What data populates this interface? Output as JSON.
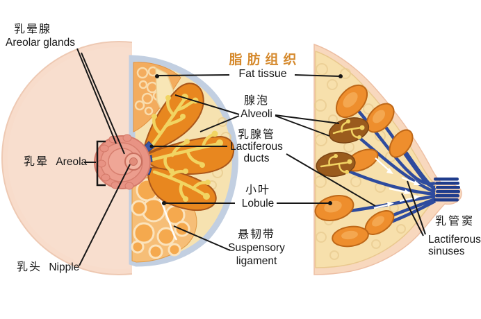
{
  "figure": {
    "labels": {
      "areolar_glands": {
        "zh": "乳晕腺",
        "en": "Areolar glands"
      },
      "areola": {
        "zh": "乳晕",
        "en": "Areola"
      },
      "nipple": {
        "zh": "乳头",
        "en": "Nipple"
      },
      "fat_tissue": {
        "zh": "脂肪组织",
        "en": "Fat tissue"
      },
      "alveoli": {
        "zh": "腺泡",
        "en": "Alveoli"
      },
      "lactiferous_ducts": {
        "zh": "乳腺管",
        "en_line1": "Lactiferous",
        "en_line2": "ducts"
      },
      "lobule": {
        "zh": "小叶",
        "en": "Lobule"
      },
      "suspensory_ligament": {
        "zh": "悬韧带",
        "en_line1": "Suspensory",
        "en_line2": "ligament"
      },
      "lactiferous_sinuses": {
        "zh": "乳管窦",
        "en_line1": "Lactiferous",
        "en_line2": "sinuses"
      }
    },
    "colors": {
      "background": "#ffffff",
      "label_text": "#161616",
      "leader_line": "#161616",
      "fat_tissue_accent": "#d5892c",
      "breast_skin": "#f8dccb",
      "areola_pink": "#e89384",
      "nipple_pink": "#f3b4a2",
      "gland_lobe_orange": "#e8871f",
      "alveoli_yellow": "#f1d462",
      "duct_blue": "#3a57a5",
      "sinus_dark_blue": "#1f3c8c",
      "fat_cream": "#f6e2b0",
      "fat_lobule_orange": "#f5a94e",
      "rim_blue": "#c2cfe1",
      "sagittal_fat": "#f7e0ac",
      "sagittal_skin": "#f8d8be",
      "alveoli_cluster_brown": "#9a5b1d"
    }
  }
}
